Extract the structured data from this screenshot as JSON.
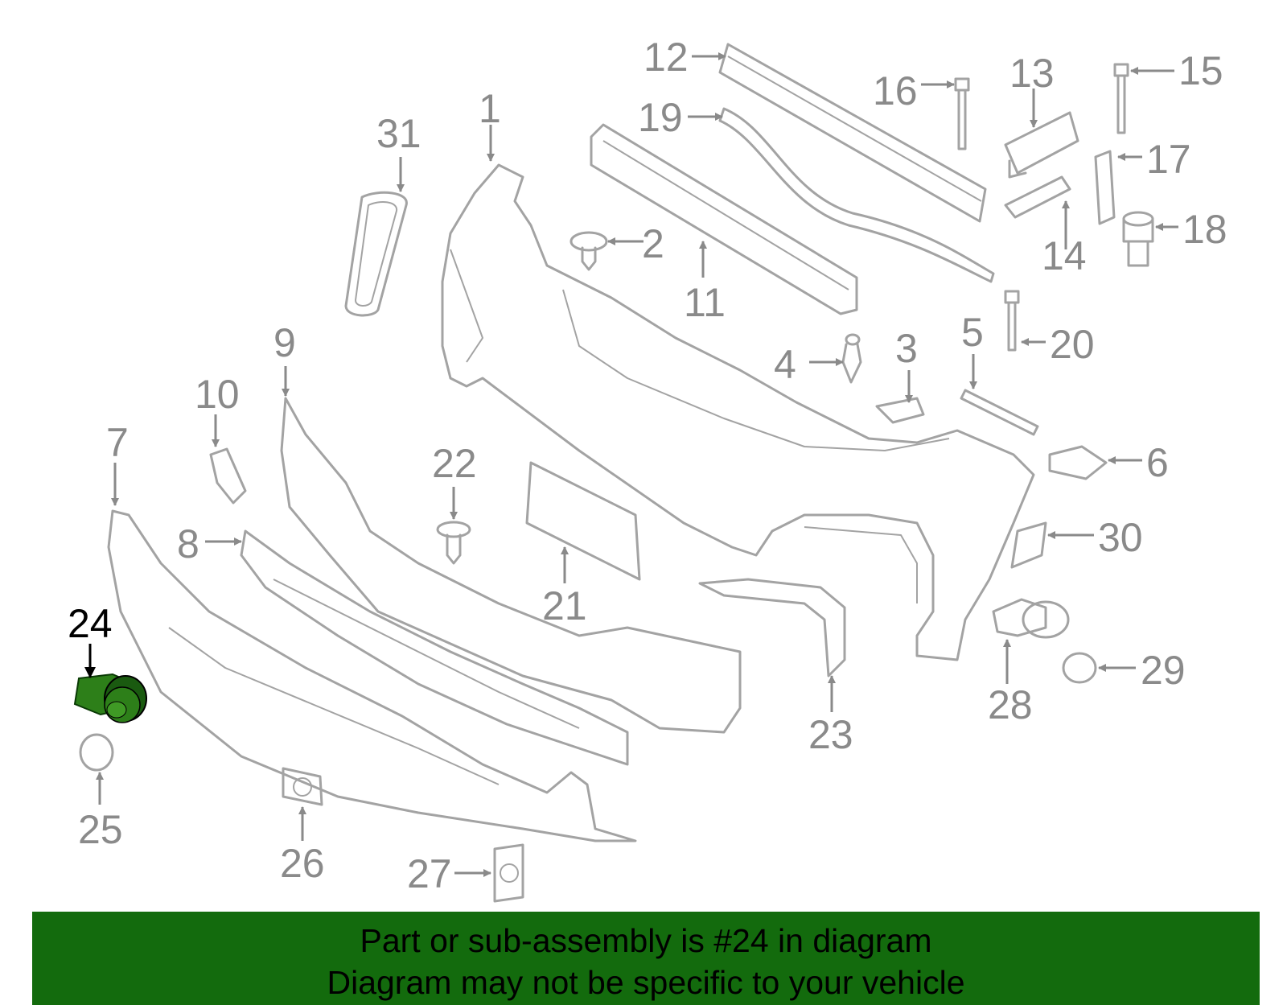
{
  "highlight_color": "#136b0d",
  "highlighted_part": "24",
  "labels": {
    "p1": "1",
    "p2": "2",
    "p3": "3",
    "p4": "4",
    "p5": "5",
    "p6": "6",
    "p7": "7",
    "p8": "8",
    "p9": "9",
    "p10": "10",
    "p11": "11",
    "p12": "12",
    "p13": "13",
    "p14": "14",
    "p15": "15",
    "p16": "16",
    "p17": "17",
    "p18": "18",
    "p19": "19",
    "p20": "20",
    "p21": "21",
    "p22": "22",
    "p23": "23",
    "p24": "24",
    "p25": "25",
    "p26": "26",
    "p27": "27",
    "p28": "28",
    "p29": "29",
    "p30": "30",
    "p31": "31"
  },
  "banner": {
    "line1": "Part or sub-assembly is #24 in diagram",
    "line2": "Diagram may not be specific to your vehicle"
  }
}
